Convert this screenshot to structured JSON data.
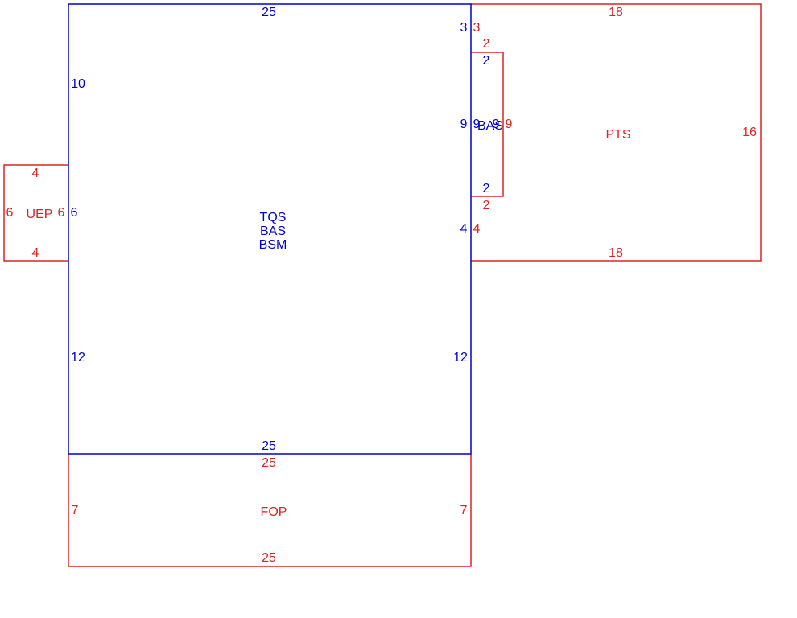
{
  "colors": {
    "blue": "#0000cc",
    "red": "#dd2222"
  },
  "main": {
    "labels": [
      "TQS",
      "BAS",
      "BSM"
    ],
    "dims": {
      "top": "25",
      "bottom": "25",
      "left_upper": "10",
      "left_mid": "6",
      "left_lower": "12",
      "right_top": "3",
      "right_upper": "9",
      "right_mid": "4",
      "right_lower": "12",
      "bas_top": "2",
      "bas_left": "9",
      "bas_right": "9",
      "bas_bottom": "2"
    }
  },
  "bas": {
    "label": "BAS",
    "dims": {
      "top": "2",
      "right": "9",
      "bottom": "2"
    }
  },
  "pts": {
    "label": "PTS",
    "dims": {
      "top": "18",
      "left_top": "3",
      "right": "16",
      "left_lower": "4",
      "bottom": "18"
    }
  },
  "uep": {
    "label": "UEP",
    "dims": {
      "top": "4",
      "left": "6",
      "right": "6",
      "bottom": "4"
    }
  },
  "fop": {
    "label": "FOP",
    "dims": {
      "top": "25",
      "left": "7",
      "right": "7",
      "bottom": "25"
    }
  }
}
